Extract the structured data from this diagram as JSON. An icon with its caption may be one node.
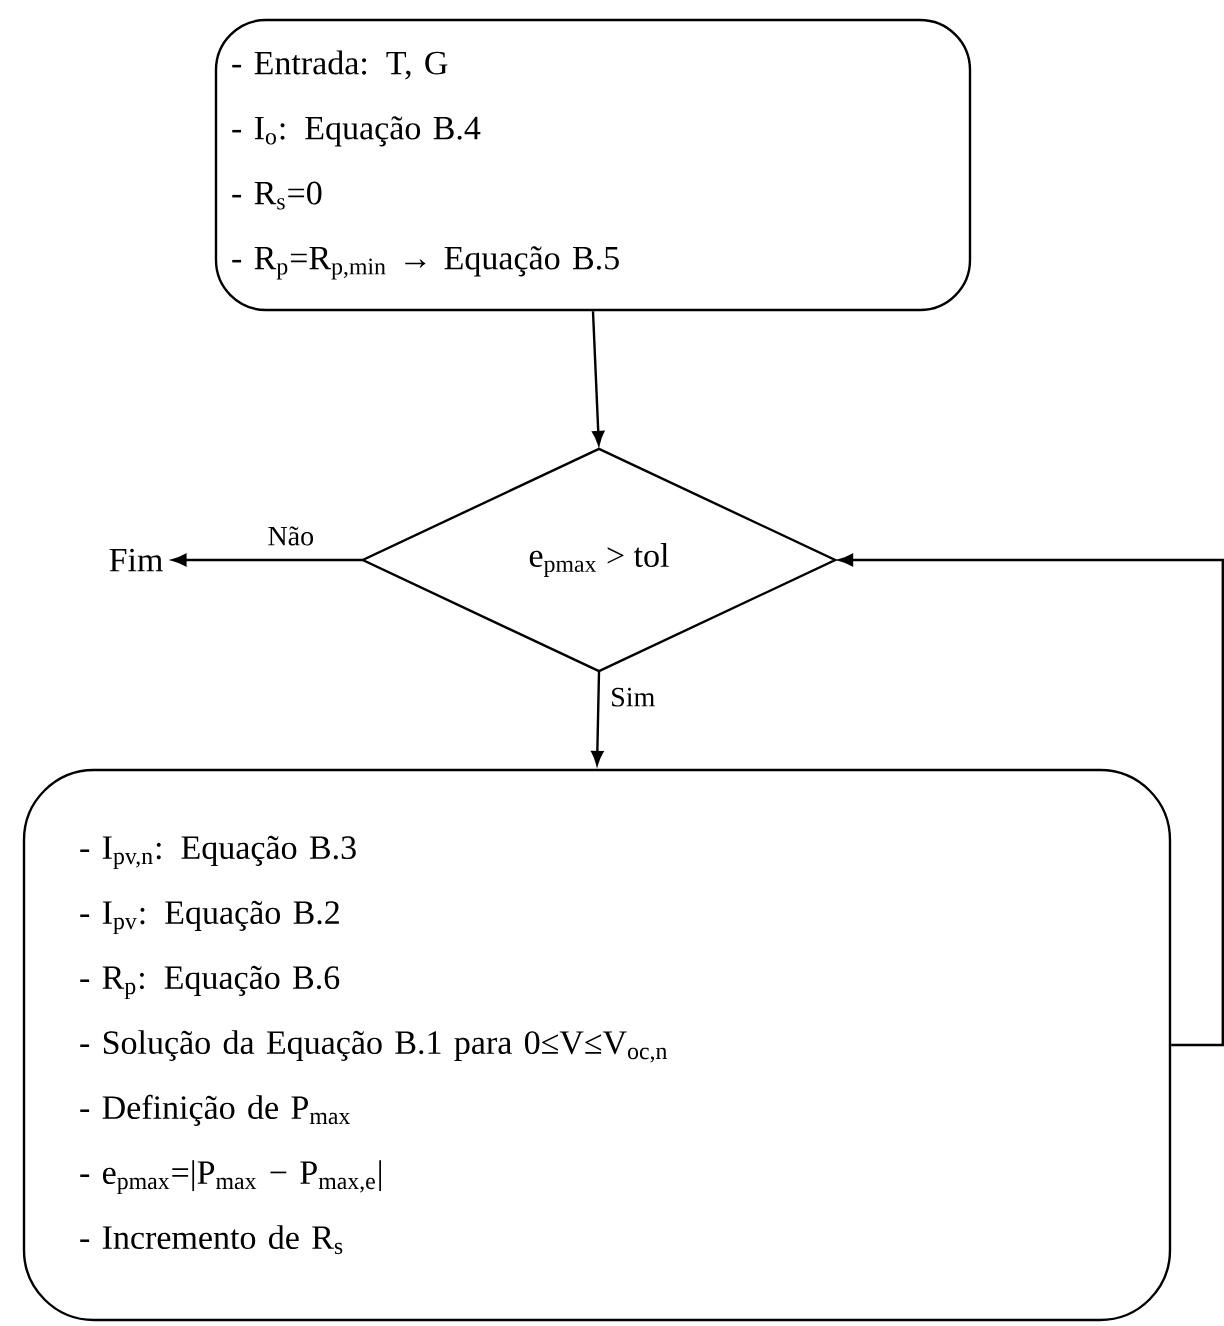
{
  "diagram": {
    "nodes": [
      {
        "text": [
          "- Entrada: T, G",
          "- I$_{o}$: Equação B.4",
          "- R$_{s}$=0",
          "- R$_{p}$=R$_{p,min}$ → Equação B.5"
        ]
      },
      {
        "text": [
          "e$_{pmax}$ > tol"
        ]
      },
      {
        "text": [
          "Fim"
        ]
      },
      {
        "text": [
          "- I$_{pv,n}$: Equação B.3",
          "- I$_{pv}$: Equação B.2",
          "- R$_{p}$: Equação B.6",
          "- Solução da Equação B.1 para 0≤V≤V$_{oc,n}$",
          "- Definição de P$_{max}$",
          "- e$_{pmax}$=|P$_{max}$ − P$_{max,e}$|",
          "- Incremento de R$_{s}$"
        ]
      }
    ],
    "edges": [
      {
        "from": 0,
        "to": 1,
        "arrow": "to"
      },
      {
        "from": 1,
        "to": 2,
        "arrow": "to",
        "label": "Não"
      },
      {
        "from": 1,
        "to": 3,
        "arrow": "to",
        "label": "Sim"
      },
      {
        "from": 3,
        "to": 1,
        "arrow": "to"
      }
    ]
  }
}
